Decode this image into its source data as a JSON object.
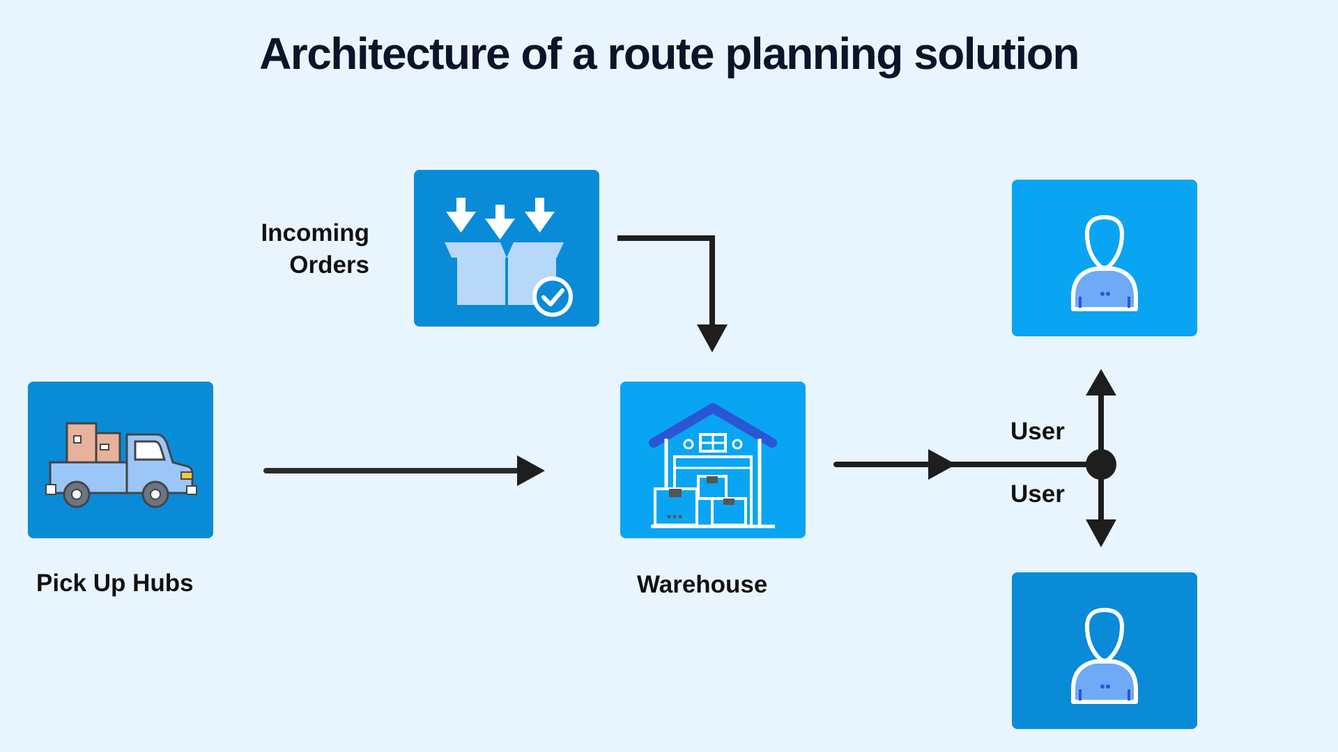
{
  "title": "Architecture of a route planning solution",
  "nodes": {
    "incoming_orders": {
      "label_line1": "Incoming",
      "label_line2": "Orders",
      "icon": "box-download-check-icon"
    },
    "pick_up_hubs": {
      "label": "Pick Up Hubs",
      "icon": "pickup-truck-icon"
    },
    "warehouse": {
      "label": "Warehouse",
      "icon": "warehouse-icon"
    },
    "user_top": {
      "icon": "user-icon"
    },
    "user_bottom": {
      "icon": "user-icon"
    }
  },
  "edge_labels": {
    "to_user_top": "User",
    "to_user_bottom": "User"
  },
  "colors": {
    "background": "#e9f5fe",
    "card_dark": "#0a8bd8",
    "card_light": "#0aa5f2",
    "arrow": "#1e1e1e",
    "icon_fill": "#9cc6f7"
  }
}
